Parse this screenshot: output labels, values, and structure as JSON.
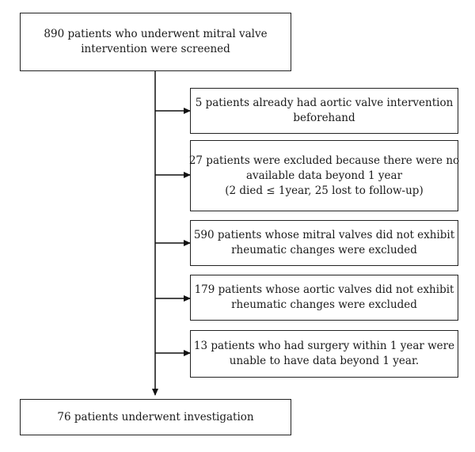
{
  "top_box": {
    "lines": [
      "890 patients who underwent mitral valve",
      "intervention were screened"
    ]
  },
  "exclusions": [
    {
      "lines": [
        "5 patients already had aortic valve intervention",
        "beforehand"
      ]
    },
    {
      "lines": [
        "27 patients were excluded because there were no",
        "available data beyond 1 year",
        "(2 died ≤ 1year, 25 lost to follow-up)"
      ]
    },
    {
      "lines": [
        "590 patients whose mitral valves did not exhibit",
        "rheumatic changes were excluded"
      ]
    },
    {
      "lines": [
        "179 patients whose aortic valves did not exhibit",
        "rheumatic changes were excluded"
      ]
    },
    {
      "lines": [
        "13 patients who had surgery within 1 year were",
        "unable to have data beyond 1 year."
      ]
    }
  ],
  "bottom_box": {
    "lines": [
      "76 patients underwent investigation"
    ]
  }
}
